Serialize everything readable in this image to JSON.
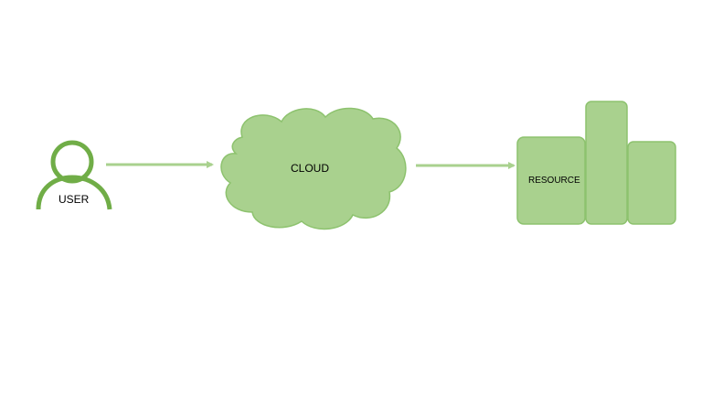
{
  "nodes": {
    "user": {
      "label": "USER",
      "icon": "user-icon"
    },
    "cloud": {
      "label": "CLOUD",
      "icon": "cloud-icon"
    },
    "resource": {
      "label": "RESOURCE",
      "icon": "resource-blocks-icon"
    }
  },
  "colors": {
    "fill": "#a9d18e",
    "stroke": "#8dc26e",
    "user_outline": "#70ad47",
    "arrow": "#a9d18e",
    "background": "#ffffff"
  }
}
